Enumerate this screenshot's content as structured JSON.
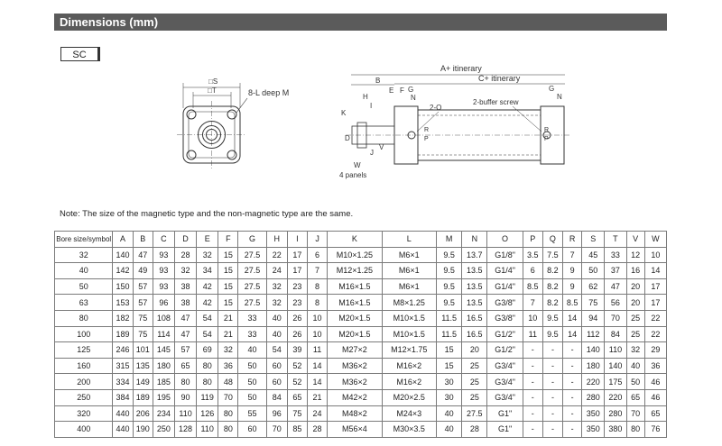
{
  "title": "Dimensions (mm)",
  "series_tag": "SC",
  "drawing": {
    "front": {
      "s": "□S",
      "t": "□T",
      "hole": "8-L deep M"
    },
    "side": {
      "a_itinerary": "A+ itinerary",
      "c_itinerary": "C+ itinerary",
      "b": "B",
      "e": "E",
      "f": "F",
      "g": "G",
      "n": "N",
      "h": "H",
      "i": "I",
      "k": "K",
      "d": "D",
      "j": "J",
      "v": "V",
      "w": "W",
      "p": "P",
      "r": "R",
      "port": "2-O",
      "buffer": "2-buffer screw",
      "panels": "4 panels"
    }
  },
  "note": "Note: The size of the magnetic type and the non-magnetic type are the same.",
  "table": {
    "headers": [
      "Bore size/symbol",
      "A",
      "B",
      "C",
      "D",
      "E",
      "F",
      "G",
      "H",
      "I",
      "J",
      "K",
      "L",
      "M",
      "N",
      "O",
      "P",
      "Q",
      "R",
      "S",
      "T",
      "V",
      "W"
    ],
    "rows": [
      [
        "32",
        "140",
        "47",
        "93",
        "28",
        "32",
        "15",
        "27.5",
        "22",
        "17",
        "6",
        "M10×1.25",
        "M6×1",
        "9.5",
        "13.7",
        "G1/8\"",
        "3.5",
        "7.5",
        "7",
        "45",
        "33",
        "12",
        "10"
      ],
      [
        "40",
        "142",
        "49",
        "93",
        "32",
        "34",
        "15",
        "27.5",
        "24",
        "17",
        "7",
        "M12×1.25",
        "M6×1",
        "9.5",
        "13.5",
        "G1/4\"",
        "6",
        "8.2",
        "9",
        "50",
        "37",
        "16",
        "14"
      ],
      [
        "50",
        "150",
        "57",
        "93",
        "38",
        "42",
        "15",
        "27.5",
        "32",
        "23",
        "8",
        "M16×1.5",
        "M6×1",
        "9.5",
        "13.5",
        "G1/4\"",
        "8.5",
        "8.2",
        "9",
        "62",
        "47",
        "20",
        "17"
      ],
      [
        "63",
        "153",
        "57",
        "96",
        "38",
        "42",
        "15",
        "27.5",
        "32",
        "23",
        "8",
        "M16×1.5",
        "M8×1.25",
        "9.5",
        "13.5",
        "G3/8\"",
        "7",
        "8.2",
        "8.5",
        "75",
        "56",
        "20",
        "17"
      ],
      [
        "80",
        "182",
        "75",
        "108",
        "47",
        "54",
        "21",
        "33",
        "40",
        "26",
        "10",
        "M20×1.5",
        "M10×1.5",
        "11.5",
        "16.5",
        "G3/8\"",
        "10",
        "9.5",
        "14",
        "94",
        "70",
        "25",
        "22"
      ],
      [
        "100",
        "189",
        "75",
        "114",
        "47",
        "54",
        "21",
        "33",
        "40",
        "26",
        "10",
        "M20×1.5",
        "M10×1.5",
        "11.5",
        "16.5",
        "G1/2\"",
        "11",
        "9.5",
        "14",
        "112",
        "84",
        "25",
        "22"
      ],
      [
        "125",
        "246",
        "101",
        "145",
        "57",
        "69",
        "32",
        "40",
        "54",
        "39",
        "11",
        "M27×2",
        "M12×1.75",
        "15",
        "20",
        "G1/2\"",
        "-",
        "-",
        "-",
        "140",
        "110",
        "32",
        "29"
      ],
      [
        "160",
        "315",
        "135",
        "180",
        "65",
        "80",
        "36",
        "50",
        "60",
        "52",
        "14",
        "M36×2",
        "M16×2",
        "15",
        "25",
        "G3/4\"",
        "-",
        "-",
        "-",
        "180",
        "140",
        "40",
        "36"
      ],
      [
        "200",
        "334",
        "149",
        "185",
        "80",
        "80",
        "48",
        "50",
        "60",
        "52",
        "14",
        "M36×2",
        "M16×2",
        "30",
        "25",
        "G3/4\"",
        "-",
        "-",
        "-",
        "220",
        "175",
        "50",
        "46"
      ],
      [
        "250",
        "384",
        "189",
        "195",
        "90",
        "119",
        "70",
        "50",
        "84",
        "65",
        "21",
        "M42×2",
        "M20×2.5",
        "30",
        "25",
        "G3/4\"",
        "-",
        "-",
        "-",
        "280",
        "220",
        "65",
        "46"
      ],
      [
        "320",
        "440",
        "206",
        "234",
        "110",
        "126",
        "80",
        "55",
        "96",
        "75",
        "24",
        "M48×2",
        "M24×3",
        "40",
        "27.5",
        "G1\"",
        "-",
        "-",
        "-",
        "350",
        "280",
        "70",
        "65"
      ],
      [
        "400",
        "440",
        "190",
        "250",
        "128",
        "110",
        "80",
        "60",
        "70",
        "85",
        "28",
        "M56×4",
        "M30×3.5",
        "40",
        "28",
        "G1\"",
        "-",
        "-",
        "-",
        "350",
        "380",
        "80",
        "76"
      ]
    ]
  }
}
